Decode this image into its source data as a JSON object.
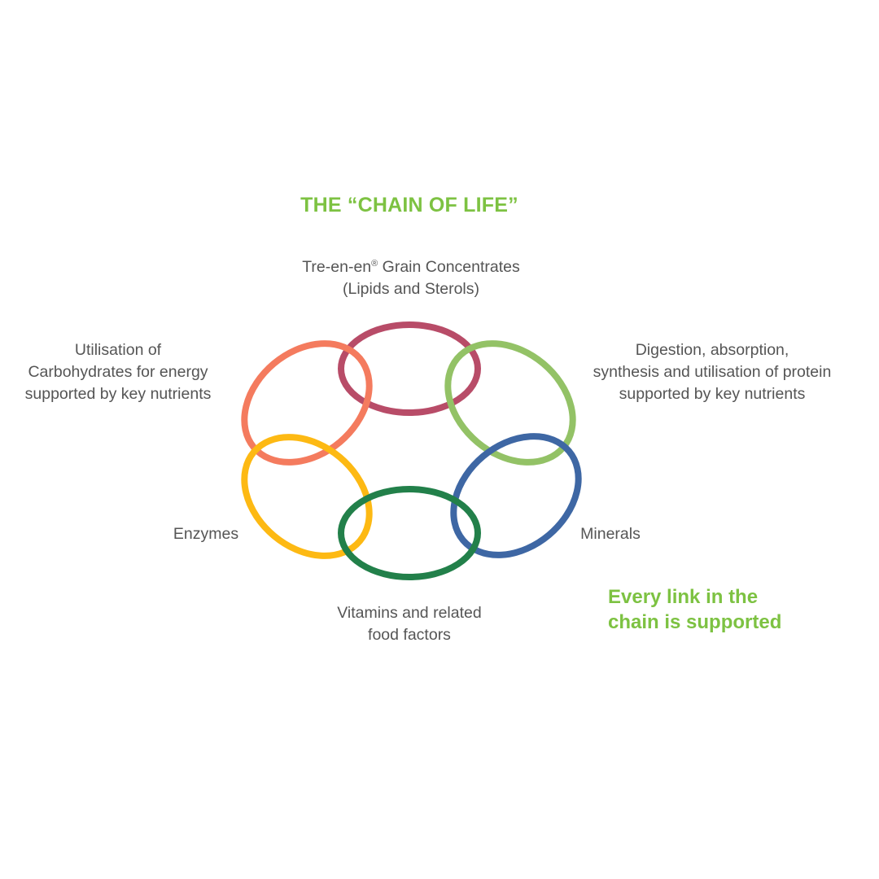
{
  "title": "THE “CHAIN OF LIFE”",
  "links": [
    {
      "id": "lipids",
      "label_lines": [
        "Tre-en-en",
        "Grain Concentrates",
        "(Lipids and Sterols)"
      ],
      "registered": "®",
      "ring_color": "#B84C68"
    },
    {
      "id": "carbohydrates",
      "label_lines": [
        "Utilisation of",
        "Carbohydrates for energy",
        "supported by key nutrients"
      ],
      "ring_color": "#F47B5E"
    },
    {
      "id": "protein",
      "label_lines": [
        "Digestion, absorption,",
        "synthesis and utilisation of protein",
        "supported by key nutrients"
      ],
      "ring_color": "#93C266"
    },
    {
      "id": "enzymes",
      "label_lines": [
        "Enzymes"
      ],
      "ring_color": "#FDB913"
    },
    {
      "id": "minerals",
      "label_lines": [
        "Minerals"
      ],
      "ring_color": "#3E67A4"
    },
    {
      "id": "vitamins",
      "label_lines": [
        "Vitamins and related",
        "food factors"
      ],
      "ring_color": "#22804A"
    }
  ],
  "tagline": [
    "Every link in the",
    "chain is supported"
  ],
  "colors": {
    "accent_green": "#7DC242",
    "text_grey": "#555555"
  }
}
